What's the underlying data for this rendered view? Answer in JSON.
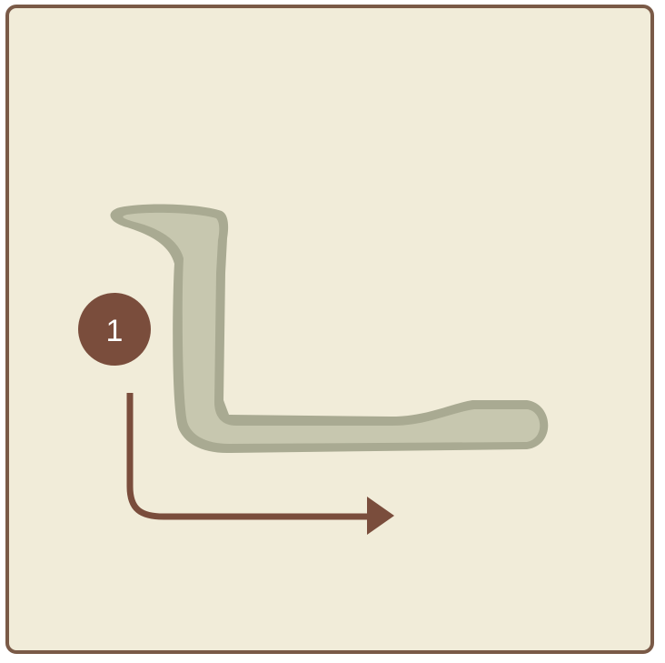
{
  "step": {
    "number": "1"
  },
  "colors": {
    "background": "#f1ecd9",
    "frame_border": "#7a5a47",
    "part_outline": "#a9aa92",
    "part_fill": "#c7c7af",
    "accent": "#7a4d3c"
  },
  "icons": {
    "part": "l-shaped-armrest-part",
    "direction": "down-then-right-arrow"
  }
}
